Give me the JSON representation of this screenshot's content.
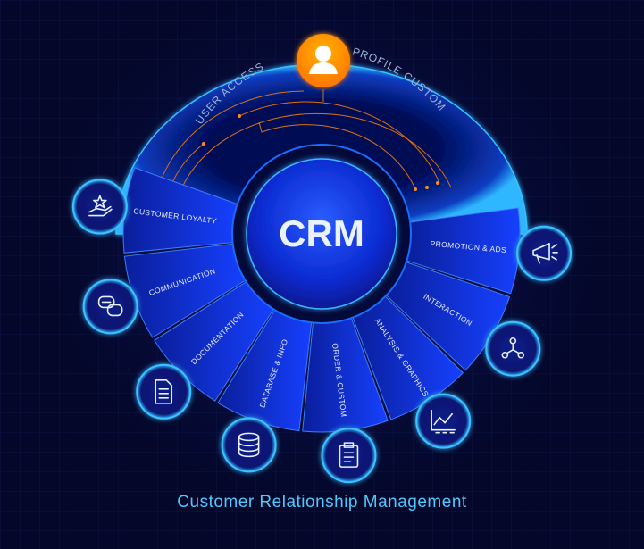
{
  "center_label": "CRM",
  "top": {
    "icon": "user-icon",
    "left_label": "USER ACCESS",
    "right_label": "PROFILE CUSTOM"
  },
  "segments": [
    {
      "label": "CUSTOMER LOYALTY",
      "icon": "hand-star-icon"
    },
    {
      "label": "COMMUNICATION",
      "icon": "chat-bubbles-icon"
    },
    {
      "label": "DOCUMENTATION",
      "icon": "document-icon"
    },
    {
      "label": "DATABASE & INFO",
      "icon": "database-icon"
    },
    {
      "label": "ORDER & CUSTOM",
      "icon": "clipboard-icon"
    },
    {
      "label": "ANALYSIS & GRAPHICS",
      "icon": "line-chart-icon"
    },
    {
      "label": "INTERACTION",
      "icon": "network-users-icon"
    },
    {
      "label": "PROMOTION & ADS",
      "icon": "megaphone-icon"
    }
  ],
  "footer_title": "Customer Relationship Management",
  "colors": {
    "accent": "#4fc8ff",
    "segment": "#1030d8",
    "orange": "#ff9500",
    "background": "#04072a"
  }
}
